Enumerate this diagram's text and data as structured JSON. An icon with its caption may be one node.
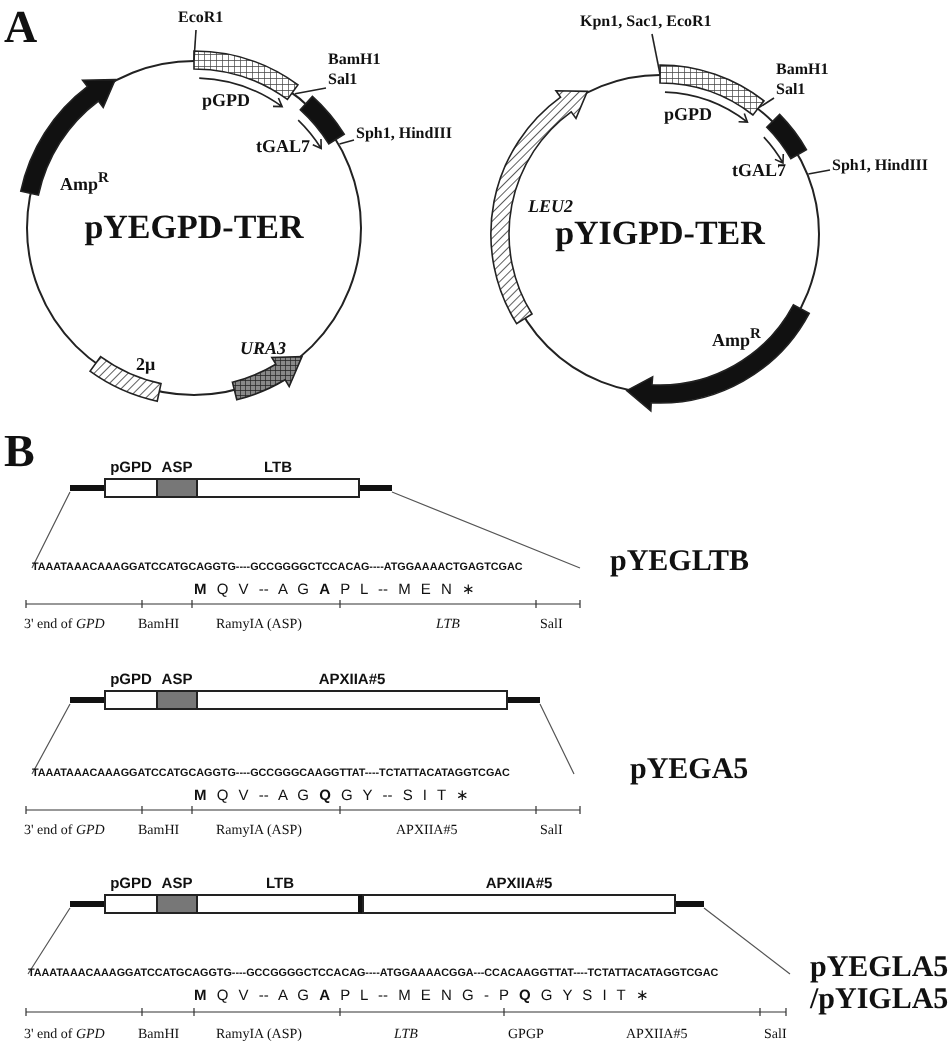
{
  "diagram": {
    "nodes": [
      {
        "text": [
          "pYEGPD-TER"
        ]
      },
      {
        "text": [
          "EcoR1"
        ]
      },
      {
        "text": [
          "BamH1",
          "Sal1"
        ]
      },
      {
        "text": [
          "Sph1, HindIII"
        ]
      },
      {
        "text": [
          "pYIGPD-TER"
        ]
      },
      {
        "text": [
          "Kpn1, Sac1, EcoR1"
        ]
      },
      {
        "text": [
          "BamH1",
          "Sal1"
        ]
      },
      {
        "text": [
          "Sph1, HindIII"
        ]
      },
      {
        "text": [
          "pGPD"
        ]
      },
      {
        "text": [
          "ASP"
        ]
      },
      {
        "text": [
          "LTB"
        ]
      },
      {
        "text": [
          "pGPD"
        ]
      },
      {
        "text": [
          "ASP"
        ]
      },
      {
        "text": [
          "APXIIA#5"
        ]
      },
      {
        "text": [
          "pGPD"
        ]
      },
      {
        "text": [
          "ASP"
        ]
      },
      {
        "text": [
          "LTB"
        ]
      },
      {
        "text": [
          "APXIIA#5"
        ]
      }
    ],
    "edges": [
      {
        "from": 1,
        "to": 0,
        "arrow": "none"
      },
      {
        "from": 2,
        "to": 0,
        "arrow": "none"
      },
      {
        "from": 3,
        "to": 0,
        "arrow": "none"
      },
      {
        "from": 5,
        "to": 4,
        "arrow": "none"
      },
      {
        "from": 6,
        "to": 4,
        "arrow": "none"
      },
      {
        "from": 7,
        "to": 4,
        "arrow": "none"
      }
    ],
    "labels": [
      "A",
      "pGPD",
      "tGAL7",
      "Amp$^{R}$",
      "2μ",
      "*URA3*",
      "pGPD",
      "tGAL7",
      "*LEU2*",
      "Amp$^{R}$",
      "B",
      "TAAATAAACAAAGGATCCATGCAGGTG----GCCGGGGCTCCACAG----ATGGAAAACTGAGTCGAC",
      "**M** Q V -- A G **A** P L -- M E N ∗",
      "3' end of *GPD*",
      "BamHI",
      "RamyIA (ASP)",
      "*LTB*",
      "SalI",
      "pYEGLTB",
      "TAAATAAACAAAGGATCCATGCAGGTG----GCCGGGCAAGGTTAT----TCTATTACATAGGTCGAC",
      "**M** Q V -- A G **Q** G Y -- S I T ∗",
      "3' end of *GPD*",
      "BamHI",
      "RamyIA (ASP)",
      "APXIIA#5",
      "SalI",
      "pYEGA5",
      "TAAATAAACAAAGGATCCATGCAGGTG----GCCGGGGCTCCACAG----ATGGAAAACGGA---CCACAAGGTTAT----TCTATTACATAGGTCGAC",
      "**M** Q V -- A G **A** P L -- M E N G - P **Q** G Y S I T ∗",
      "3' end of *GPD*",
      "BamHI",
      "RamyIA (ASP)",
      "*LTB*",
      "GPGP",
      "APXIIA#5",
      "SalI",
      "pYEGLA5 /pYIGLA5"
    ]
  }
}
